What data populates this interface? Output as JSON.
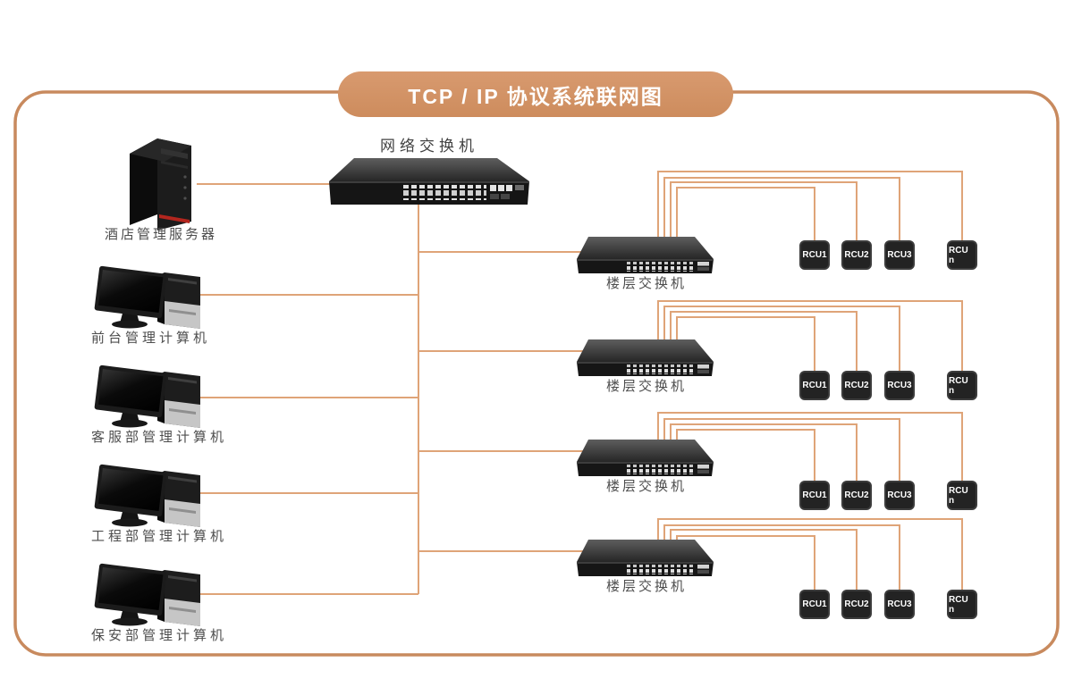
{
  "title": "TCP / IP 协议系统联网图",
  "colors": {
    "banner": "#D39367",
    "line": "#DFA478",
    "border": "#C88A5E"
  },
  "core_switch": {
    "label": "网络交换机"
  },
  "server": {
    "label": "酒店管理服务器"
  },
  "computers": [
    {
      "label": "前台管理计算机"
    },
    {
      "label": "客服部管理计算机"
    },
    {
      "label": "工程部管理计算机"
    },
    {
      "label": "保安部管理计算机"
    }
  ],
  "floors": [
    {
      "switch_label": "楼层交换机",
      "rcus": [
        "RCU1",
        "RCU2",
        "RCU3",
        "RCU n"
      ]
    },
    {
      "switch_label": "楼层交换机",
      "rcus": [
        "RCU1",
        "RCU2",
        "RCU3",
        "RCU n"
      ]
    },
    {
      "switch_label": "楼层交换机",
      "rcus": [
        "RCU1",
        "RCU2",
        "RCU3",
        "RCU n"
      ]
    },
    {
      "switch_label": "楼层交换机",
      "rcus": [
        "RCU1",
        "RCU2",
        "RCU3",
        "RCU n"
      ]
    }
  ]
}
